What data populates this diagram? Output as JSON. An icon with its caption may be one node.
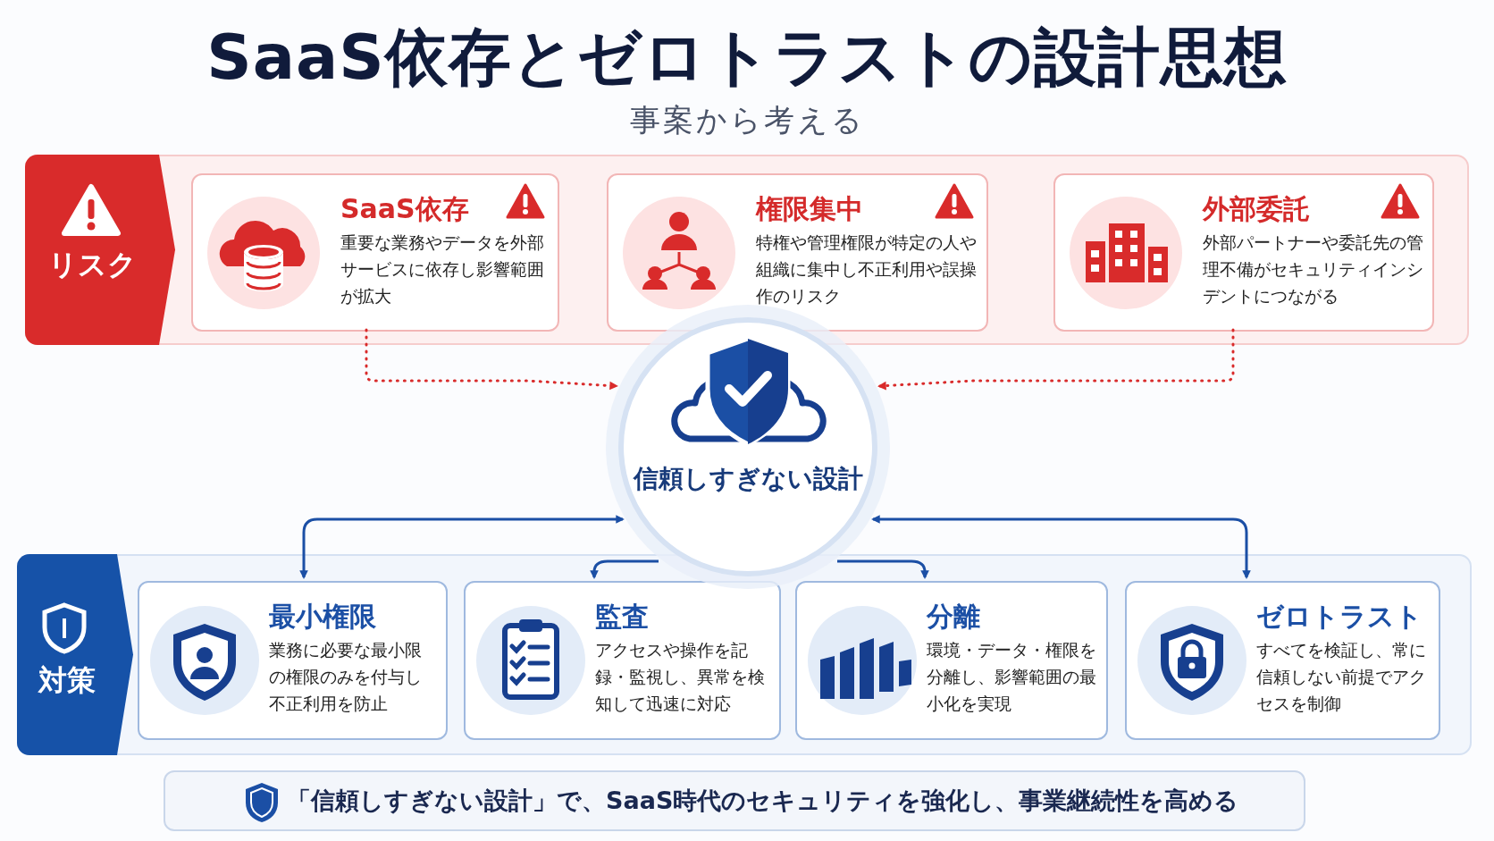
{
  "diagram": {
    "title": "SaaS依存とゼロトラストの設計思想",
    "nodes": [
      {
        "text": [
          "リスク"
        ]
      },
      {
        "text": [
          "SaaS依存",
          "重要な業務やデータを外部サービスに依存し影響範囲が拡大"
        ],
        "in": 0
      },
      {
        "text": [
          "権限集中",
          "特権や管理権限が特定の人や組織に集中し不正利用や誤操作のリスク"
        ],
        "in": 0
      },
      {
        "text": [
          "外部委託",
          "外部パートナーや委託先の管理不備がセキュリティインシデントにつながる"
        ],
        "in": 0
      },
      {
        "text": [
          "信頼しすぎない設計"
        ]
      },
      {
        "text": [
          "対策"
        ]
      },
      {
        "text": [
          "最小権限",
          "業務に必要な最小限の権限のみを付与し不正利用を防止"
        ],
        "in": 5
      },
      {
        "text": [
          "監査",
          "アクセスや操作を記録・監視し、異常を検知して迅速に対応"
        ],
        "in": 5
      },
      {
        "text": [
          "分離",
          "環境・データ・権限を分離し、影響範囲の最小化を実現"
        ],
        "in": 5
      },
      {
        "text": [
          "ゼロトラスト",
          "すべてを検証し、常に信頼しない前提でアクセスを制御"
        ],
        "in": 5
      },
      {
        "text": [
          "「信頼しすぎない設計」で、SaaS時代のセキュリティを強化し、事業継続性を高める"
        ]
      }
    ],
    "edges": [
      {
        "from": 1,
        "to": 4,
        "arrow": "to",
        "style": "dashed",
        "color": "#d92b2b"
      },
      {
        "from": 3,
        "to": 4,
        "arrow": "to",
        "style": "dashed",
        "color": "#d92b2b"
      },
      {
        "from": 4,
        "to": 6,
        "arrow": "both"
      },
      {
        "from": 4,
        "to": 7,
        "arrow": "to"
      },
      {
        "from": 4,
        "to": 8,
        "arrow": "to"
      },
      {
        "from": 4,
        "to": 9,
        "arrow": "both"
      }
    ],
    "labels": [
      "事案から考える"
    ]
  }
}
